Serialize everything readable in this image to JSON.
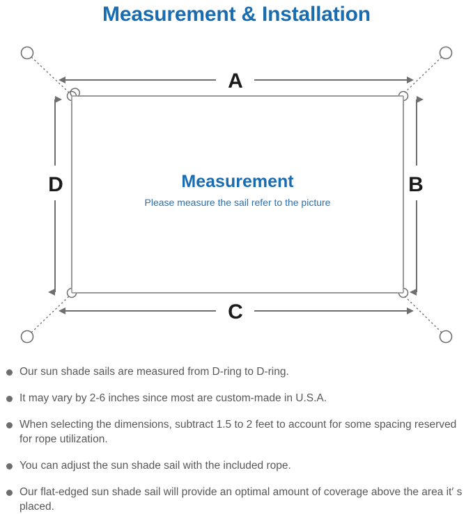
{
  "page": {
    "title": "Measurement & Installation",
    "title_color": "#1a6cb1",
    "background_color": "#ffffff"
  },
  "diagram": {
    "name": "sun-shade-sail-measurement-diagram",
    "sail_label": "Measurement",
    "sail_sublabel": "Please measure the sail refer to the picture",
    "line_color": "#6e6e6e",
    "sail_border_color": "#8a8a8a",
    "dimension_labels": [
      {
        "id": "A",
        "text": "A",
        "position": "top",
        "edge": "top-width"
      },
      {
        "id": "B",
        "text": "B",
        "position": "right",
        "edge": "right-height"
      },
      {
        "id": "C",
        "text": "C",
        "position": "bottom",
        "edge": "bottom-width"
      },
      {
        "id": "D",
        "text": "D",
        "position": "left",
        "edge": "left-height"
      }
    ],
    "corner_rings": [
      {
        "id": "top-left",
        "label": "D-ring"
      },
      {
        "id": "top-right",
        "label": "D-ring"
      },
      {
        "id": "bottom-left",
        "label": "D-ring"
      },
      {
        "id": "bottom-right",
        "label": "D-ring"
      }
    ],
    "anchor_points": [
      {
        "id": "anchor-top-left"
      },
      {
        "id": "anchor-top-right"
      },
      {
        "id": "anchor-bottom-left"
      },
      {
        "id": "anchor-bottom-right"
      }
    ]
  },
  "notes": {
    "bullet_color": "#6e6e6e",
    "items": [
      {
        "text": "Our sun shade sails are measured from D-ring to D-ring."
      },
      {
        "text": "It may vary by 2-6 inches since most are custom-made in U.S.A."
      },
      {
        "text": "When selecting the dimensions, subtract 1.5 to 2 feet to account for some spacing reserved for rope utilization."
      },
      {
        "text": "You can adjust the sun shade sail with the included rope."
      },
      {
        "text": "Our flat-edged sun shade sail will provide an optimal amount of coverage above the area it′ s placed."
      }
    ]
  }
}
